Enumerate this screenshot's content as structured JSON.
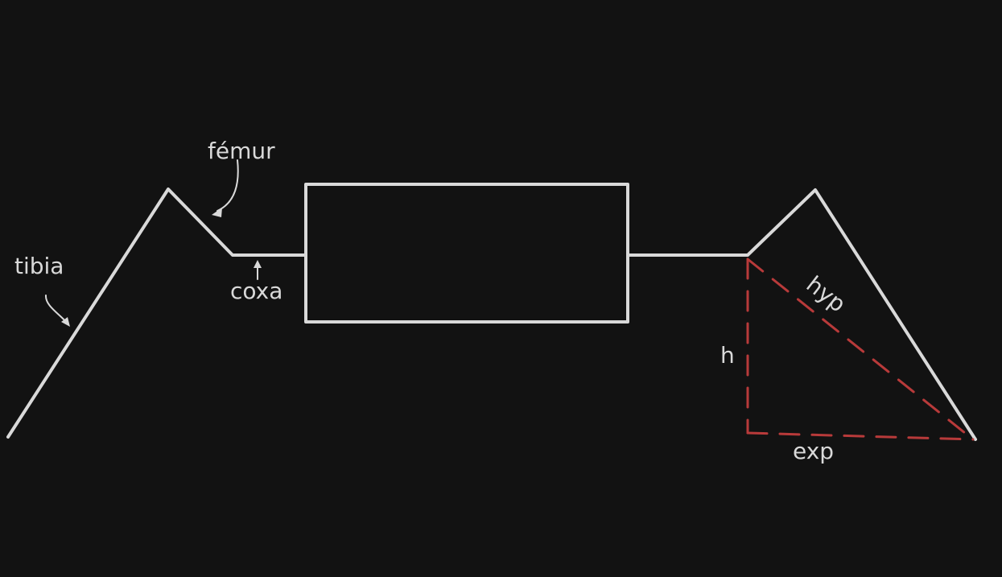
{
  "colors": {
    "background": "#121212",
    "stroke": "#d9d9d9",
    "accent": "#b83a3a"
  },
  "labels": {
    "tibia": "tibia",
    "femur": "fémur",
    "coxa": "coxa",
    "hyp": "hyp",
    "h": "h",
    "exp": "exp"
  },
  "shapes": {
    "body": "rectangle",
    "left_leg": "polyline",
    "right_leg": "polyline",
    "triangle": "dashed-right-triangle"
  }
}
